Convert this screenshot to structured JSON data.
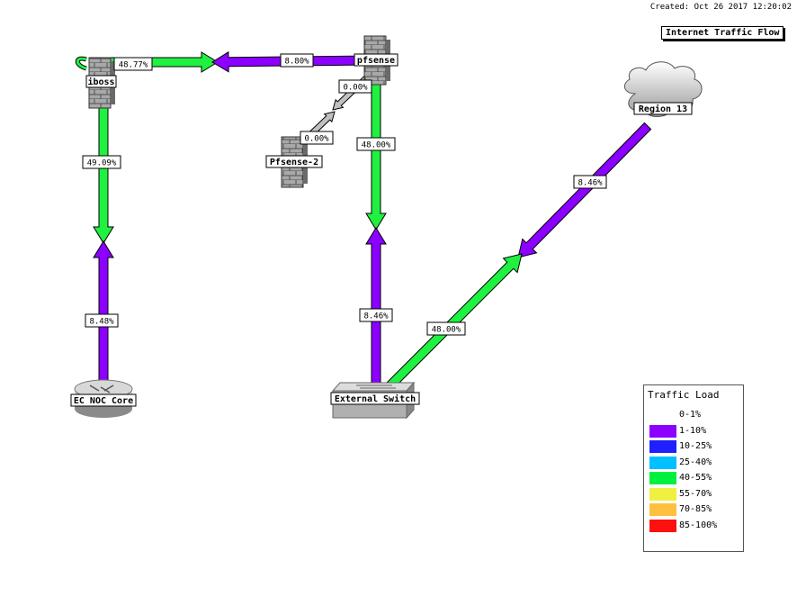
{
  "header": {
    "created": "Created: Oct 26 2017 12:20:02",
    "title": "Internet Traffic Flow"
  },
  "nodes": {
    "iboss": "iboss",
    "pfsense": "pfsense",
    "pfsense2": "Pfsense-2",
    "region13": "Region 13",
    "ec_noc_core": "EC NOC Core",
    "external_switch": "External Switch"
  },
  "links": {
    "iboss_out": "48.77%",
    "pfsense_out": "8.80%",
    "pfsense_to_pfsense2": "0.00%",
    "pfsense2_to_pfsense": "0.00%",
    "iboss_down": "49.09%",
    "noc_up": "8.48%",
    "pfsense_down": "48.00%",
    "switch_up": "8.46%",
    "region_down": "8.46%",
    "switch_to_region": "48.00%"
  },
  "legend": {
    "title": "Traffic Load",
    "items": [
      {
        "label": "0-1%",
        "color": null
      },
      {
        "label": "1-10%",
        "color": "#8c00ff"
      },
      {
        "label": "10-25%",
        "color": "#2020ff"
      },
      {
        "label": "25-40%",
        "color": "#00c0ff"
      },
      {
        "label": "40-55%",
        "color": "#00f040"
      },
      {
        "label": "55-70%",
        "color": "#f0f040"
      },
      {
        "label": "70-85%",
        "color": "#ffc040"
      },
      {
        "label": "85-100%",
        "color": "#ff1010"
      }
    ]
  },
  "colors": {
    "purple": "#8c00ff",
    "green": "#20f040",
    "grey": "#c0c0c0"
  }
}
